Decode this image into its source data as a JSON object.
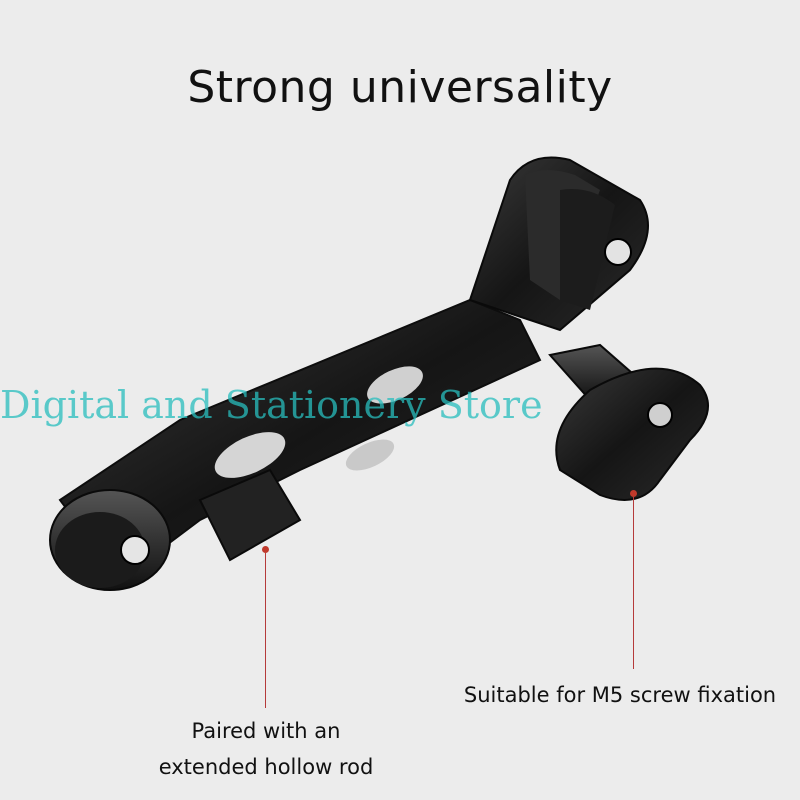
{
  "title": "Strong universality",
  "watermark": "Digital and Stationery Store",
  "callouts": {
    "left": {
      "line1": "Paired with an",
      "line2": "extended hollow rod"
    },
    "right": {
      "text": "Suitable for M5 screw fixation"
    }
  },
  "colors": {
    "background": "#ececec",
    "product": "#1a1a1a",
    "callout_line": "#b53a3a",
    "watermark": "#2bbebe"
  }
}
